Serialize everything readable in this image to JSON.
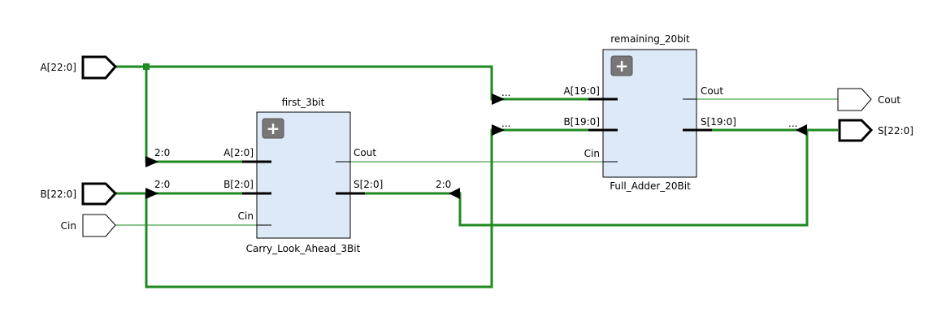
{
  "ports": {
    "a_in": "A[22:0]",
    "b_in": "B[22:0]",
    "cin_in": "Cin",
    "cout_out": "Cout",
    "s_out": "S[22:0]"
  },
  "first_block": {
    "instance": "first_3bit",
    "cell": "Carry_Look_Ahead_3Bit",
    "pin_a": "A[2:0]",
    "pin_b": "B[2:0]",
    "pin_cin": "Cin",
    "pin_cout": "Cout",
    "pin_s": "S[2:0]",
    "expand": "+"
  },
  "second_block": {
    "instance": "remaining_20bit",
    "cell": "Full_Adder_20Bit",
    "pin_a": "A[19:0]",
    "pin_b": "B[19:0]",
    "pin_cin": "Cin",
    "pin_cout": "Cout",
    "pin_s": "S[19:0]",
    "expand": "+"
  },
  "slices": {
    "a_low": "2:0",
    "b_low": "2:0",
    "s_low": "2:0",
    "a_high": "...",
    "b_high": "...",
    "s_high": "..."
  }
}
